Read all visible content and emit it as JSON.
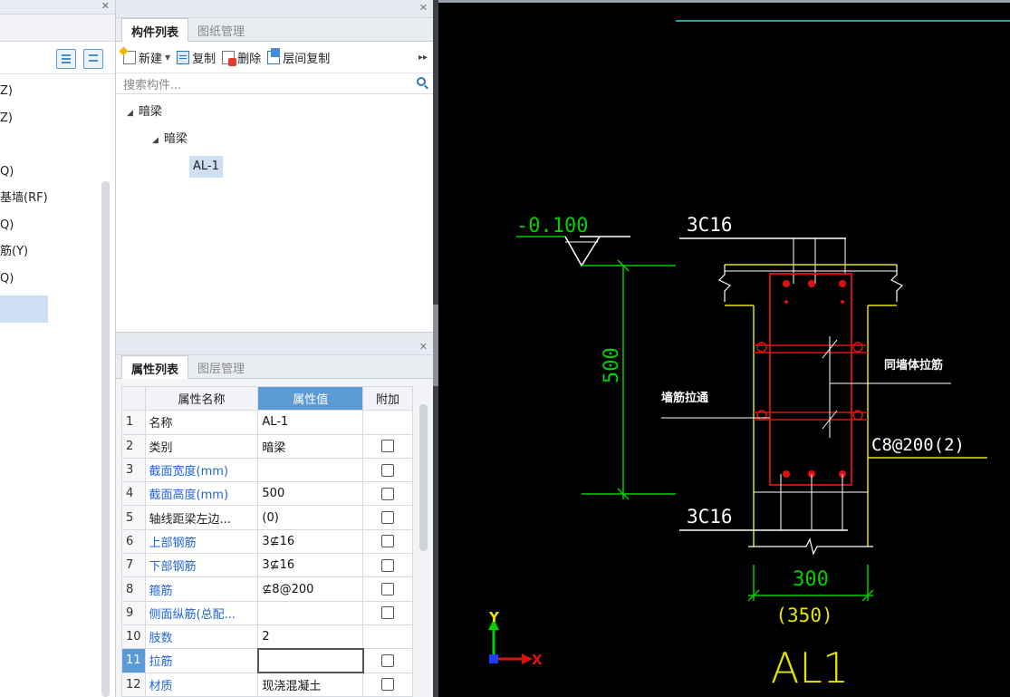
{
  "left_panel": {
    "items": [
      "Z)",
      "Z)",
      "",
      "Q)",
      "基墙(RF)",
      "Q)",
      "筋(Y)",
      "Q)",
      ""
    ]
  },
  "component_panel": {
    "tabs": [
      "构件列表",
      "图纸管理"
    ],
    "toolbar": {
      "new": "新建",
      "copy": "复制",
      "delete": "删除",
      "floor_copy": "层间复制"
    },
    "search_placeholder": "搜索构件...",
    "tree": {
      "root": "暗梁",
      "child": "暗梁",
      "leaf": "AL-1"
    }
  },
  "property_panel": {
    "tabs": [
      "属性列表",
      "图层管理"
    ],
    "headers": [
      "属性名称",
      "属性值",
      "附加"
    ],
    "rows": [
      {
        "idx": "1",
        "name": "名称",
        "value": "AL-1"
      },
      {
        "idx": "2",
        "name": "类别",
        "value": "暗梁"
      },
      {
        "idx": "3",
        "name": "截面宽度(mm)",
        "value": ""
      },
      {
        "idx": "4",
        "name": "截面高度(mm)",
        "value": "500"
      },
      {
        "idx": "5",
        "name": "轴线距梁左边...",
        "value": "(0)"
      },
      {
        "idx": "6",
        "name": "上部钢筋",
        "value": "3⊈16"
      },
      {
        "idx": "7",
        "name": "下部钢筋",
        "value": "3⊈16"
      },
      {
        "idx": "8",
        "name": "箍筋",
        "value": "⊈8@200"
      },
      {
        "idx": "9",
        "name": "侧面纵筋(总配...",
        "value": ""
      },
      {
        "idx": "10",
        "name": "肢数",
        "value": "2"
      },
      {
        "idx": "11",
        "name": "拉筋",
        "value": ""
      },
      {
        "idx": "12",
        "name": "材质",
        "value": "现浇混凝土"
      }
    ]
  },
  "cad": {
    "elevation": "-0.100",
    "top_rebar": "3C16",
    "bottom_rebar": "3C16",
    "height_dim": "500",
    "left_note": "墙筋拉通",
    "right_note": "同墙体拉筋",
    "stirrup": "C8@200(2)",
    "width_dim": "300",
    "width_dim_alt": "(350)",
    "title": "AL1",
    "axis_y": "Y",
    "axis_x": "X"
  }
}
